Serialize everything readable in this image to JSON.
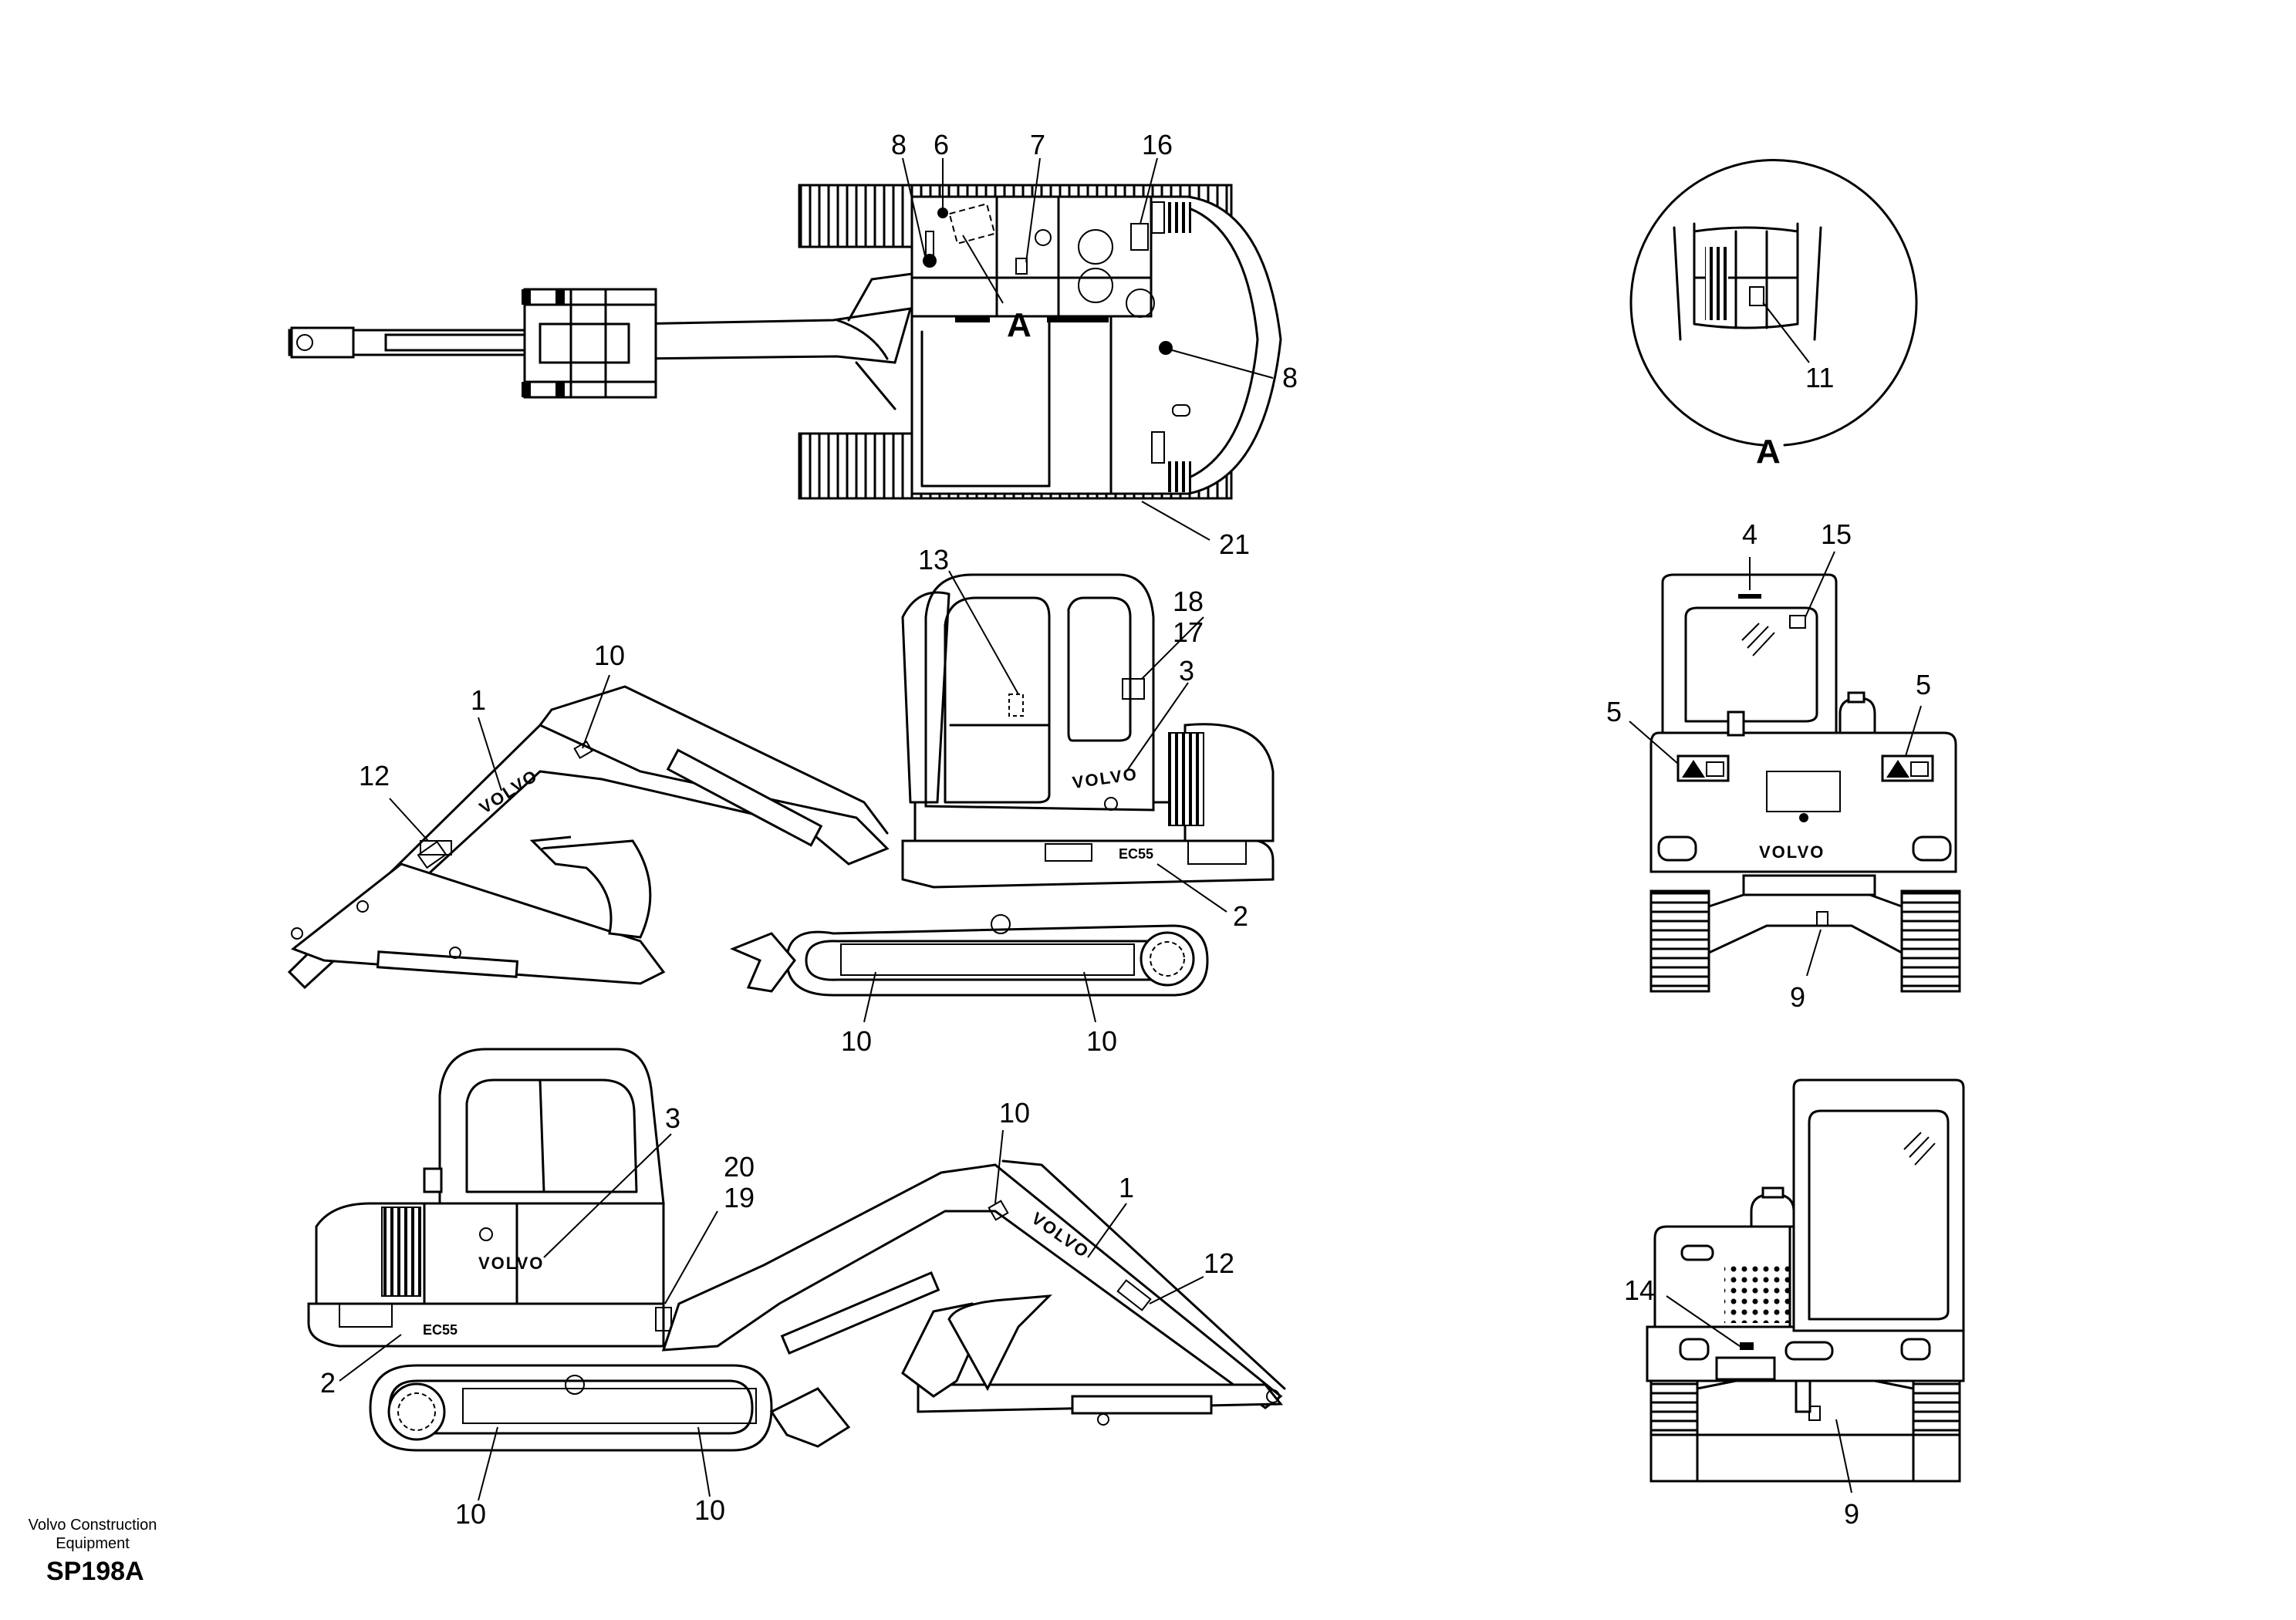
{
  "figure_code": "SP198A",
  "company": "Volvo Construction Equipment",
  "brand_decal": "VOLVO",
  "model_decal": "EC55",
  "detail_label": "A",
  "callouts": {
    "top": [
      "8",
      "6",
      "7",
      "16",
      "8",
      "21",
      "A"
    ],
    "detail": [
      "11"
    ],
    "rear": [
      "4",
      "15",
      "5",
      "5",
      "9"
    ],
    "left_side": [
      "13",
      "18",
      "17",
      "3",
      "10",
      "1",
      "12",
      "2",
      "10",
      "10"
    ],
    "right_side": [
      "3",
      "20",
      "19",
      "10",
      "1",
      "12",
      "2",
      "10",
      "10"
    ],
    "front": [
      "14",
      "9"
    ]
  }
}
